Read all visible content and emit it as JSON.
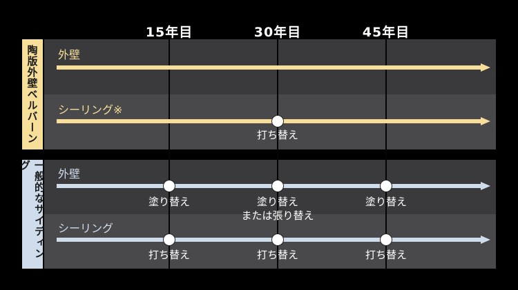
{
  "years": [
    "15年目",
    "30年目",
    "45年目"
  ],
  "colors": {
    "background": "#000000",
    "panel_dark": "#3a3a3d",
    "panel_light": "#49494c",
    "accent_gold": "#f7df9a",
    "accent_blue": "#cfdcec"
  },
  "groups": [
    {
      "label": "陶版外壁ベルバーン",
      "rows": [
        {
          "label": "外壁",
          "markers": []
        },
        {
          "label": "シーリング※",
          "markers": [
            {
              "year_index": 1,
              "text": "打ち替え"
            }
          ]
        }
      ]
    },
    {
      "label": "一般的なサイディング",
      "rows": [
        {
          "label": "外壁",
          "markers": [
            {
              "year_index": 0,
              "text": "塗り替え"
            },
            {
              "year_index": 1,
              "text": "塗り替え\nまたは張り替え"
            },
            {
              "year_index": 2,
              "text": "塗り替え"
            }
          ]
        },
        {
          "label": "シーリング",
          "markers": [
            {
              "year_index": 0,
              "text": "打ち替え"
            },
            {
              "year_index": 1,
              "text": "打ち替え"
            },
            {
              "year_index": 2,
              "text": "打ち替え"
            }
          ]
        }
      ]
    }
  ]
}
